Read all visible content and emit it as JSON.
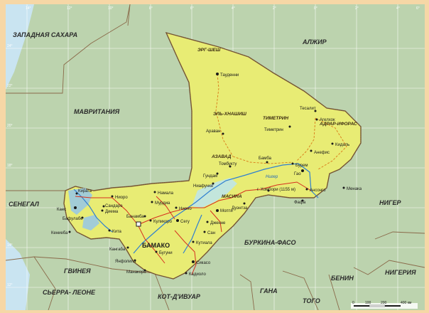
{
  "colors": {
    "page_border": "#f6d7a6",
    "neighbor_land": "#bcd3ae",
    "mali_land": "#e8ec74",
    "water": "#c9e4f1",
    "border": "#7a5a3a",
    "road": "#d6301f",
    "track": "#d97a18",
    "river": "#2f7fd0",
    "grid": "#ffffff"
  },
  "countries": [
    {
      "id": "western-sahara",
      "label": "ЗАПАДНАЯ САХАРА"
    },
    {
      "id": "algeria",
      "label": "АЛЖИР"
    },
    {
      "id": "mauritania",
      "label": "МАВРИТАНИЯ"
    },
    {
      "id": "senegal",
      "label": "СЕНЕГАЛ"
    },
    {
      "id": "niger",
      "label": "НИГЕР"
    },
    {
      "id": "burkina-faso",
      "label": "БУРКИНА-ФАСО"
    },
    {
      "id": "guinea",
      "label": "ГВИНЕЯ"
    },
    {
      "id": "sierra-leone",
      "label": "СЬЕРРА- ЛЕОНЕ"
    },
    {
      "id": "cote-divoire",
      "label": "КОТ-Д'ИВУАР"
    },
    {
      "id": "ghana",
      "label": "ГАНА"
    },
    {
      "id": "togo",
      "label": "ТОГО"
    },
    {
      "id": "benin",
      "label": "БЕНИН"
    },
    {
      "id": "nigeria",
      "label": "НИГЕРИЯ"
    }
  ],
  "regions": [
    {
      "id": "erg-chech",
      "label": "ЭРГ-ШЕШ"
    },
    {
      "id": "el-khnachich",
      "label": "ЭЛЬ-ХНАШИШ"
    },
    {
      "id": "timetrine",
      "label": "ТИМЕТРИН"
    },
    {
      "id": "adrar",
      "label": "АДРАР-ИФОРАС"
    },
    {
      "id": "azawad",
      "label": "АЗАВАД"
    },
    {
      "id": "macina",
      "label": "МАСИНА"
    }
  ],
  "rivers": [
    {
      "id": "niger-river",
      "label": "Нигер"
    }
  ],
  "capital": {
    "label": "БАМАКО"
  },
  "cities": [
    {
      "id": "taoudenni",
      "label": "Тауденни"
    },
    {
      "id": "araouane",
      "label": "Араван"
    },
    {
      "id": "tessalit",
      "label": "Тесалит"
    },
    {
      "id": "aguelhok",
      "label": "Агелхок"
    },
    {
      "id": "timetrine",
      "label": "Тиметрин"
    },
    {
      "id": "kidal",
      "label": "Кидаль"
    },
    {
      "id": "anefis",
      "label": "Анефис"
    },
    {
      "id": "tombouctou",
      "label": "Томбукту"
    },
    {
      "id": "bamba",
      "label": "Бамба"
    },
    {
      "id": "bourem",
      "label": "Бурем"
    },
    {
      "id": "goundam",
      "label": "Гундам"
    },
    {
      "id": "gao",
      "label": "Гао"
    },
    {
      "id": "niafunke",
      "label": "Ниафунке"
    },
    {
      "id": "hombori",
      "label": "г. Хомбори (1155 м)"
    },
    {
      "id": "ansongo",
      "label": "Ансонго"
    },
    {
      "id": "menaka",
      "label": "Менака"
    },
    {
      "id": "douentza",
      "label": "Дуэнтза"
    },
    {
      "id": "mopti",
      "label": "Мопти"
    },
    {
      "id": "djenne",
      "label": "Дженне"
    },
    {
      "id": "san",
      "label": "Сан"
    },
    {
      "id": "koutiala",
      "label": "Кутиала"
    },
    {
      "id": "sikasso",
      "label": "Сикасо"
    },
    {
      "id": "kadiolo",
      "label": "Кадиоло"
    },
    {
      "id": "segou",
      "label": "Сегу"
    },
    {
      "id": "nioro",
      "label": "Ниоро"
    },
    {
      "id": "nara",
      "label": "Намала"
    },
    {
      "id": "kayes",
      "label": "Каес"
    },
    {
      "id": "koulikoro",
      "label": "Куликоро"
    },
    {
      "id": "kita",
      "label": "Кита"
    },
    {
      "id": "kangaba",
      "label": "Кангаба"
    },
    {
      "id": "bougouni",
      "label": "Бугуни"
    },
    {
      "id": "yanfolila",
      "label": "Янфолила"
    },
    {
      "id": "manankoro",
      "label": "Манакоро"
    },
    {
      "id": "kiffa",
      "label": "Кирага"
    },
    {
      "id": "bafoulabe",
      "label": "Бафулабе"
    },
    {
      "id": "kenieba",
      "label": "Кениеба"
    },
    {
      "id": "diema",
      "label": "Диема"
    },
    {
      "id": "sandare",
      "label": "Сандаре"
    },
    {
      "id": "mourdiah",
      "label": "Мурдиа"
    },
    {
      "id": "niono",
      "label": "Нионо"
    },
    {
      "id": "banamba",
      "label": "Банамба"
    },
    {
      "id": "fafa",
      "label": "Фафа"
    }
  ],
  "longitude_ticks": [
    "14°",
    "12°",
    "10°",
    "8°",
    "6°",
    "4°",
    "2°",
    "0°",
    "2°",
    "4°",
    "6°"
  ],
  "latitude_ticks": [
    "24°",
    "22°",
    "20°",
    "18°",
    "16°",
    "14°",
    "12°"
  ],
  "scale": {
    "labels": [
      "0",
      "100",
      "200",
      "400 км"
    ]
  }
}
